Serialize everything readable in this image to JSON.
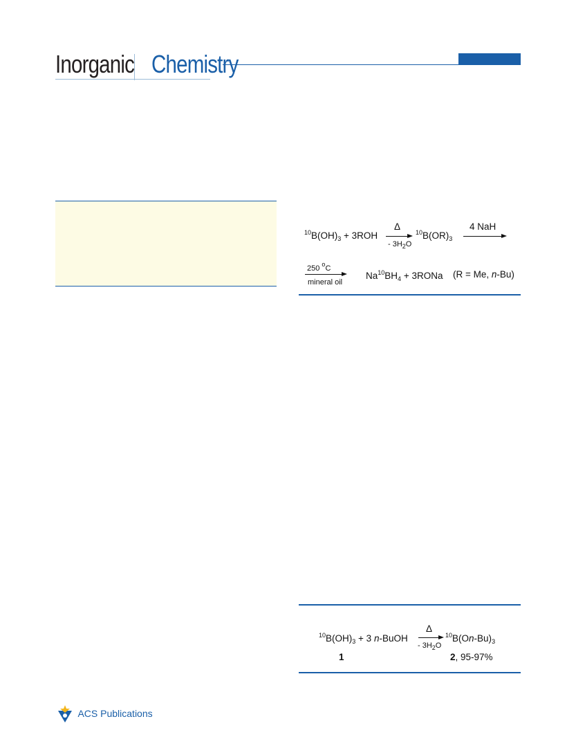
{
  "journal": {
    "word1": "Inorganic",
    "word2": "Chemistry",
    "accent_color": "#1a5fa8"
  },
  "scheme1": {
    "line1": {
      "reactant_sup": "10",
      "reactant_a": "B(OH)",
      "reactant_sub": "3",
      "plus_alcohol": " + 3ROH",
      "arrow_above": "Δ",
      "arrow_below_a": "- 3H",
      "arrow_below_sub": "2",
      "arrow_below_b": "O",
      "product_sup": "10",
      "product_a": "B(OR)",
      "product_sub": "3",
      "arrow2_above": "4 NaH"
    },
    "line2": {
      "arrow_above_a": "250 ",
      "arrow_above_sup": "o",
      "arrow_above_b": "C",
      "arrow_below": "mineral oil",
      "product_a": "Na",
      "product_sup": "10",
      "product_b": "BH",
      "product_sub": "4",
      "product_c": " + 3RONa",
      "note_a": "(R = Me, ",
      "note_italic": "n",
      "note_b": "-Bu)"
    }
  },
  "scheme2": {
    "reactant_sup": "10",
    "reactant_a": "B(OH)",
    "reactant_sub": "3",
    "plus": " + 3 ",
    "alcohol_italic": "n",
    "alcohol_rest": "-BuOH",
    "arrow_above": "Δ",
    "arrow_below_a": "- 3H",
    "arrow_below_sub": "2",
    "arrow_below_b": "O",
    "product_sup": "10",
    "product_a": "B(O",
    "product_italic": "n",
    "product_b": "-Bu)",
    "product_sub": "3",
    "label_reactant": "1",
    "label_product": "2",
    "yield": ", 95-97%"
  },
  "footer": {
    "publisher_a": "ACS",
    "publisher_b": " Publications"
  }
}
